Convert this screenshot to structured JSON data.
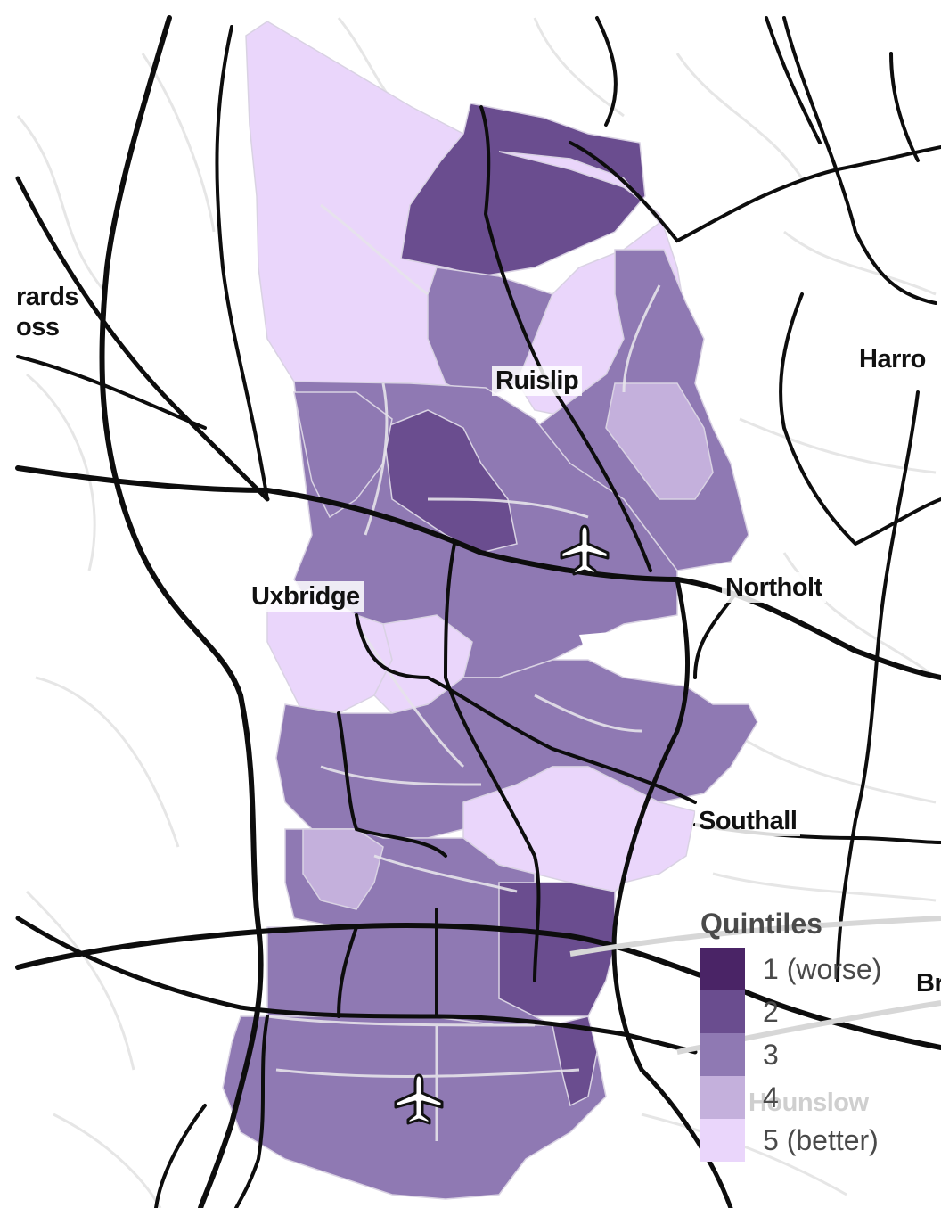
{
  "map": {
    "places": [
      {
        "id": "ruislip",
        "name": "Ruislip"
      },
      {
        "id": "uxbridge",
        "name": "Uxbridge"
      },
      {
        "id": "northolt",
        "name": "Northolt"
      },
      {
        "id": "southall",
        "name": "Southall"
      },
      {
        "id": "harrow",
        "name": "Harro"
      },
      {
        "id": "gerrards-cross",
        "name": "rards\noss"
      },
      {
        "id": "hounslow",
        "name": "Hounslow"
      },
      {
        "id": "brentford",
        "name": "Br"
      }
    ],
    "icons": [
      "airport-icon",
      "airport-icon"
    ],
    "colors": {
      "q1": "#4a2466",
      "q2": "#6a4d8f",
      "q3": "#8f79b3",
      "q4": "#c4b0dc",
      "q5": "#ead6fb",
      "roads_major": "#0d0d0d",
      "roads_minor": "#e3e3e3"
    }
  },
  "legend": {
    "title": "Quintiles",
    "items": [
      {
        "label": "1 (worse)",
        "color": "#4a2466"
      },
      {
        "label": "2",
        "color": "#6a4d8f"
      },
      {
        "label": "3",
        "color": "#8f79b3"
      },
      {
        "label": "4",
        "color": "#c4b0dc"
      },
      {
        "label": "5 (better)",
        "color": "#ead6fb"
      }
    ]
  }
}
